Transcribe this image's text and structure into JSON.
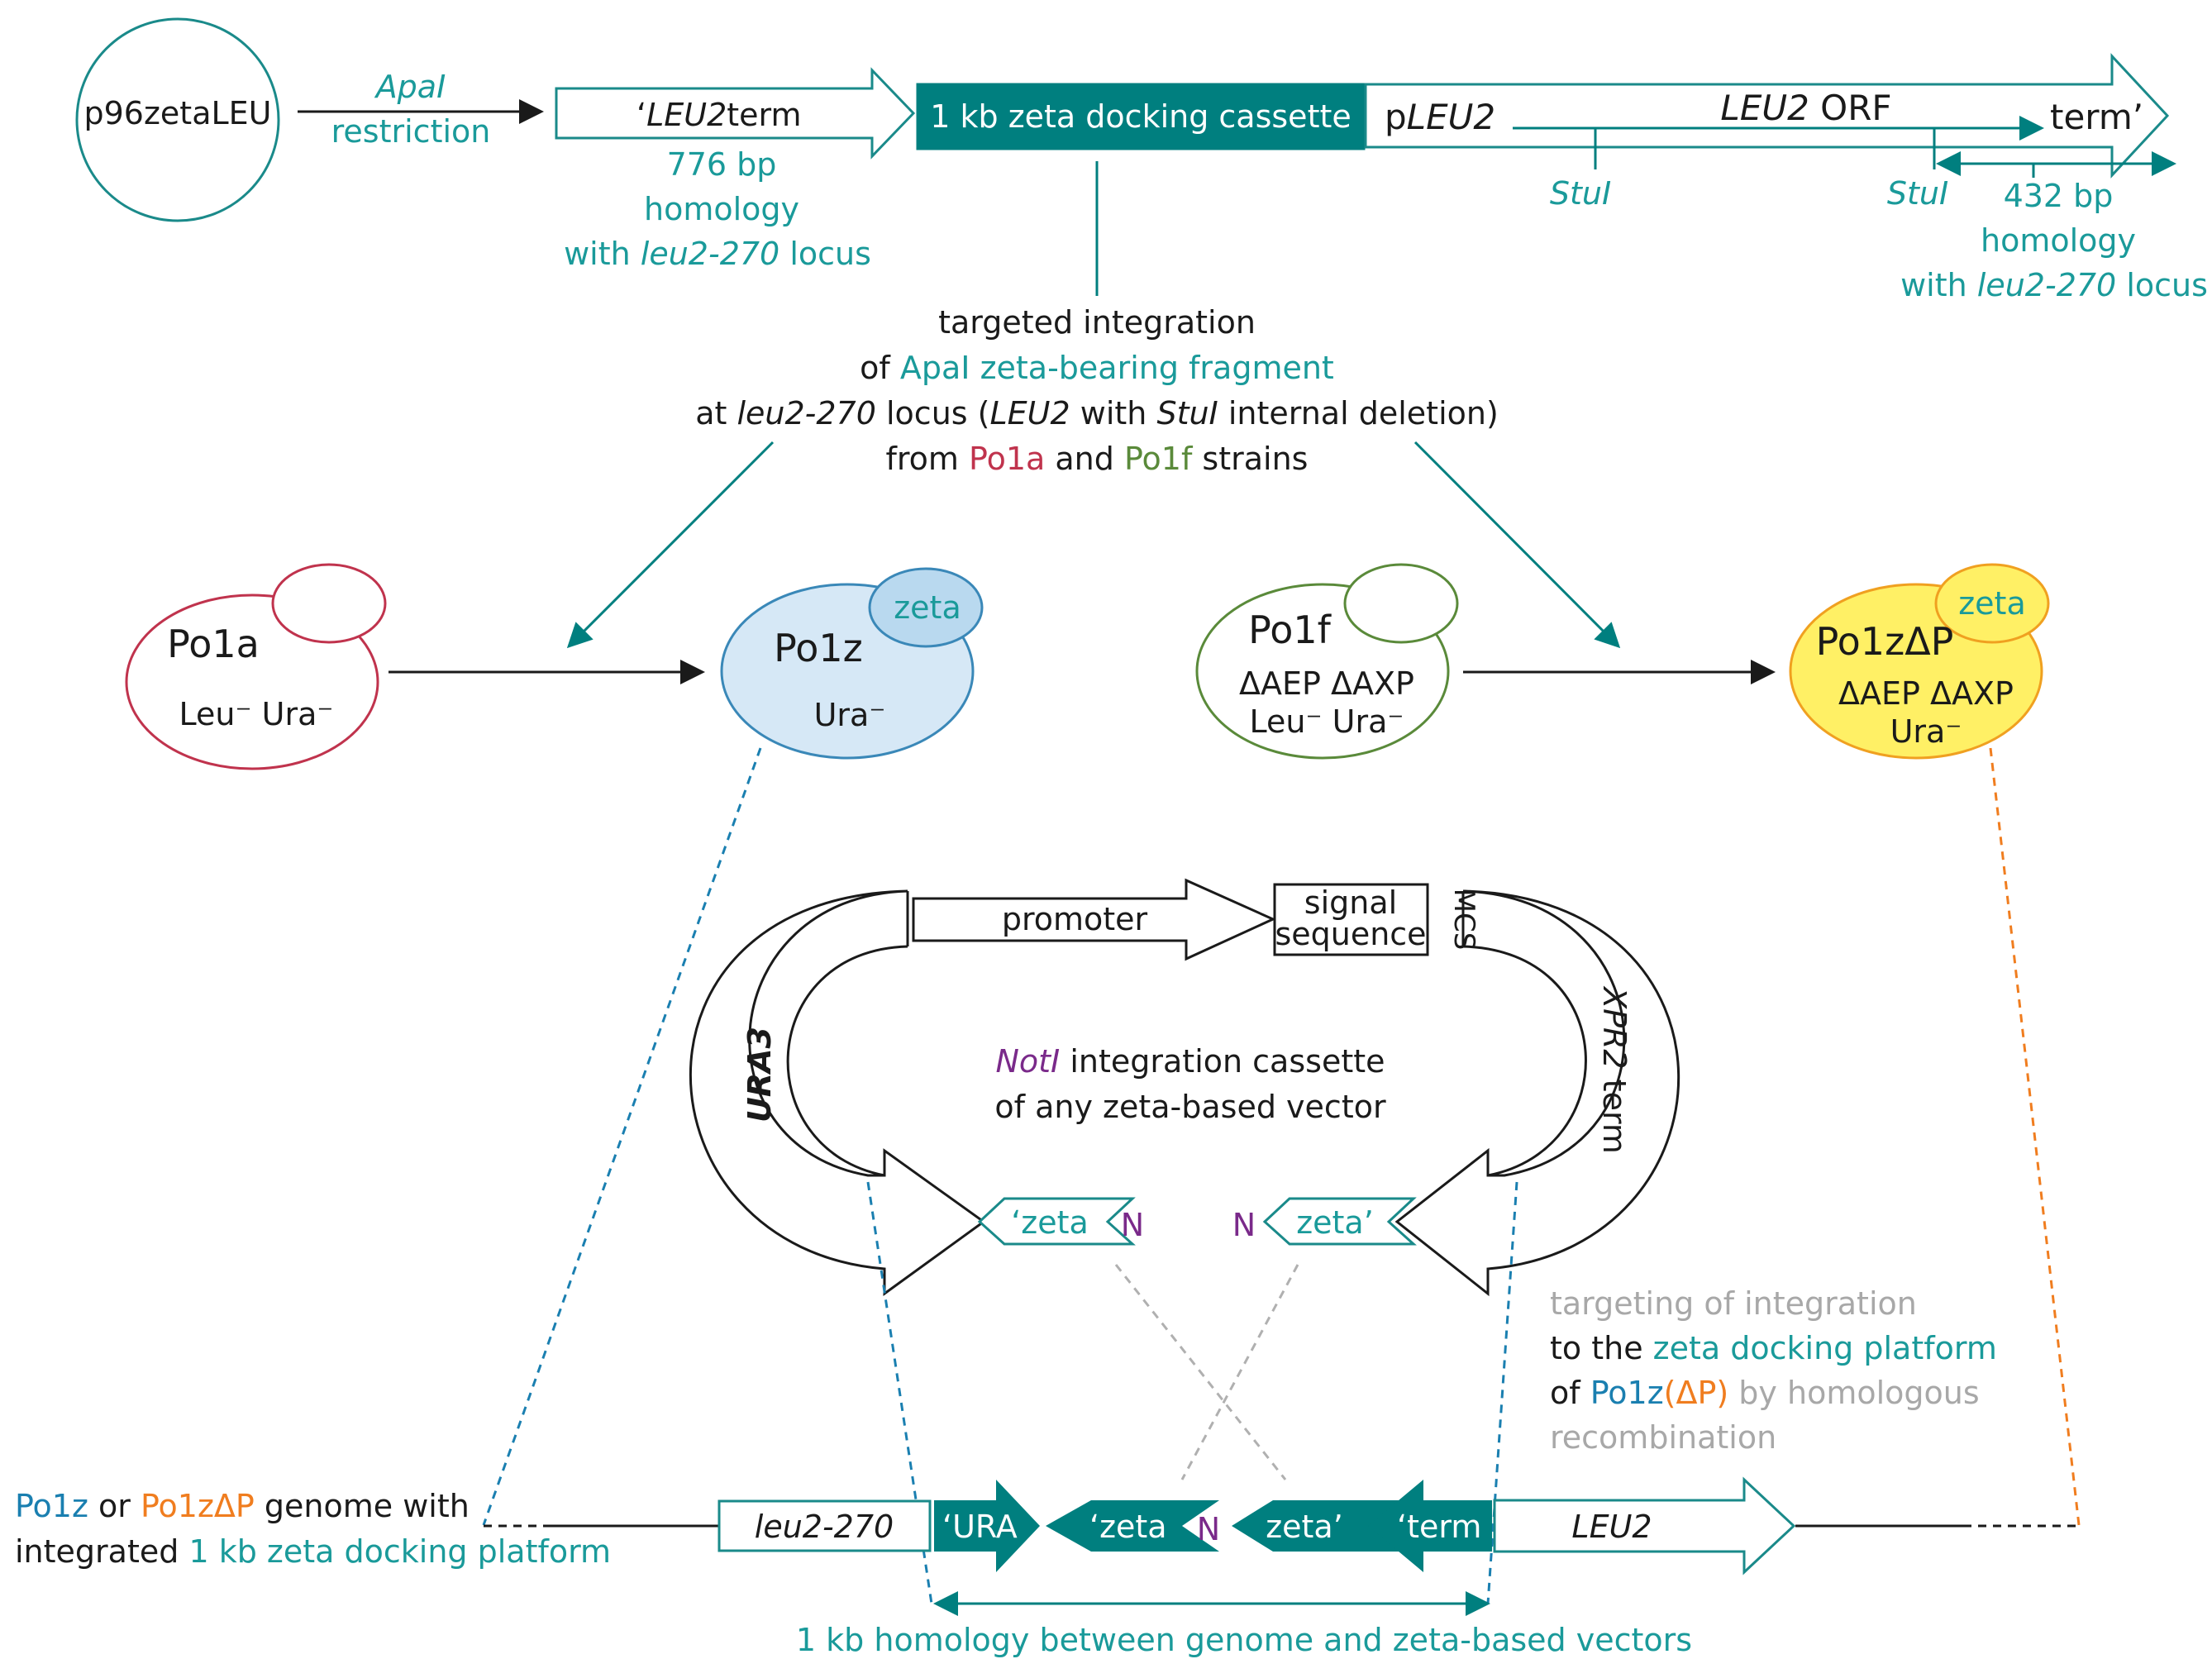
{
  "colors": {
    "teal": "#007f7f",
    "teal_text": "#1a9a9a",
    "po1a": "#c0334d",
    "po1f": "#5a8a3a",
    "po1z_fill": "#d6e8f6",
    "po1z_stroke": "#3a88b8",
    "po1zdp_fill": "#fff065",
    "po1zdp_stroke": "#f07d1f",
    "notI": "#7a2a8a",
    "grey_text": "#a8a8a8"
  },
  "top": {
    "plasmid": "p96zetaLEU",
    "apaI": "ApaI",
    "restriction": "restriction",
    "leu2term_prefix": "‘",
    "leu2term_italic": "LEU2",
    "leu2term_suffix": "term",
    "homology_left_1": "776 bp",
    "homology_left_2": "homology",
    "homology_left_3a": "with ",
    "homology_left_3b": "leu2-270",
    "homology_left_3c": " locus",
    "docking_cassette": "1 kb zeta docking cassette",
    "pleu2_p": "p",
    "pleu2_italic": "LEU2",
    "orf_italic": "LEU2",
    "orf_rest": " ORF",
    "term": "term’",
    "stuI_1": "StuI",
    "stuI_2": "StuI",
    "homology_right_1": "432 bp",
    "homology_right_2": "homology",
    "homology_right_3a": "with ",
    "homology_right_3b": "leu2-270",
    "homology_right_3c": " locus"
  },
  "integration_text": {
    "line1": "targeted integration",
    "line2a": "of ",
    "line2b": "ApaI zeta-bearing fragment",
    "line3a": "at ",
    "line3b": "leu2-270",
    "line3c": " locus (",
    "line3d": "LEU2",
    "line3e": " with ",
    "line3f": "StuI",
    "line3g": " internal deletion)",
    "line4a": "from ",
    "line4b": "Po1a",
    "line4c": " and ",
    "line4d": "Po1f",
    "line4e": " strains"
  },
  "strains": {
    "po1a": {
      "name": "Po1a",
      "pheno": "Leu⁻ Ura⁻"
    },
    "po1z": {
      "name": "Po1z",
      "zeta": "zeta",
      "pheno": "Ura⁻"
    },
    "po1f": {
      "name": "Po1f",
      "genotype": "ΔAEP ΔAXP",
      "pheno": "Leu⁻ Ura⁻"
    },
    "po1zdp": {
      "name": "Po1zΔP",
      "zeta": "zeta",
      "genotype": "ΔAEP ΔAXP",
      "pheno": "Ura⁻"
    }
  },
  "cassette": {
    "promoter": "promoter",
    "signal_1": "signal",
    "signal_2": "sequence",
    "mcs": "MCS",
    "ura3": "URA3",
    "xpr2_italic": "XPR2",
    "xpr2_rest": " term",
    "notI": "NotI",
    "center_1": " integration cassette",
    "center_2": "of any zeta-based vector",
    "zeta_left": "‘zeta",
    "zeta_right": "zeta’",
    "n_mark": "N"
  },
  "targeting": {
    "line1": "targeting of integration",
    "line2a": "to the ",
    "line2b": "zeta docking platform",
    "line3a": "of  ",
    "line3b": "Po1z",
    "line3c": "(ΔP)",
    "line3d": " by homologous",
    "line4": "recombination"
  },
  "genome": {
    "label_1a": "Po1z",
    "label_1b": " or ",
    "label_1c": "Po1zΔP",
    "label_1d": " genome with",
    "label_2a": "integrated ",
    "label_2b": "1 kb zeta docking platform",
    "leu2_270": "leu2-270",
    "ura": "‘URA",
    "zeta_l": "‘zeta",
    "zeta_r": "zeta’",
    "term": "‘term",
    "n_mark": "N",
    "leu2": "LEU2",
    "homology": "1 kb homology  between genome and zeta-based vectors"
  }
}
